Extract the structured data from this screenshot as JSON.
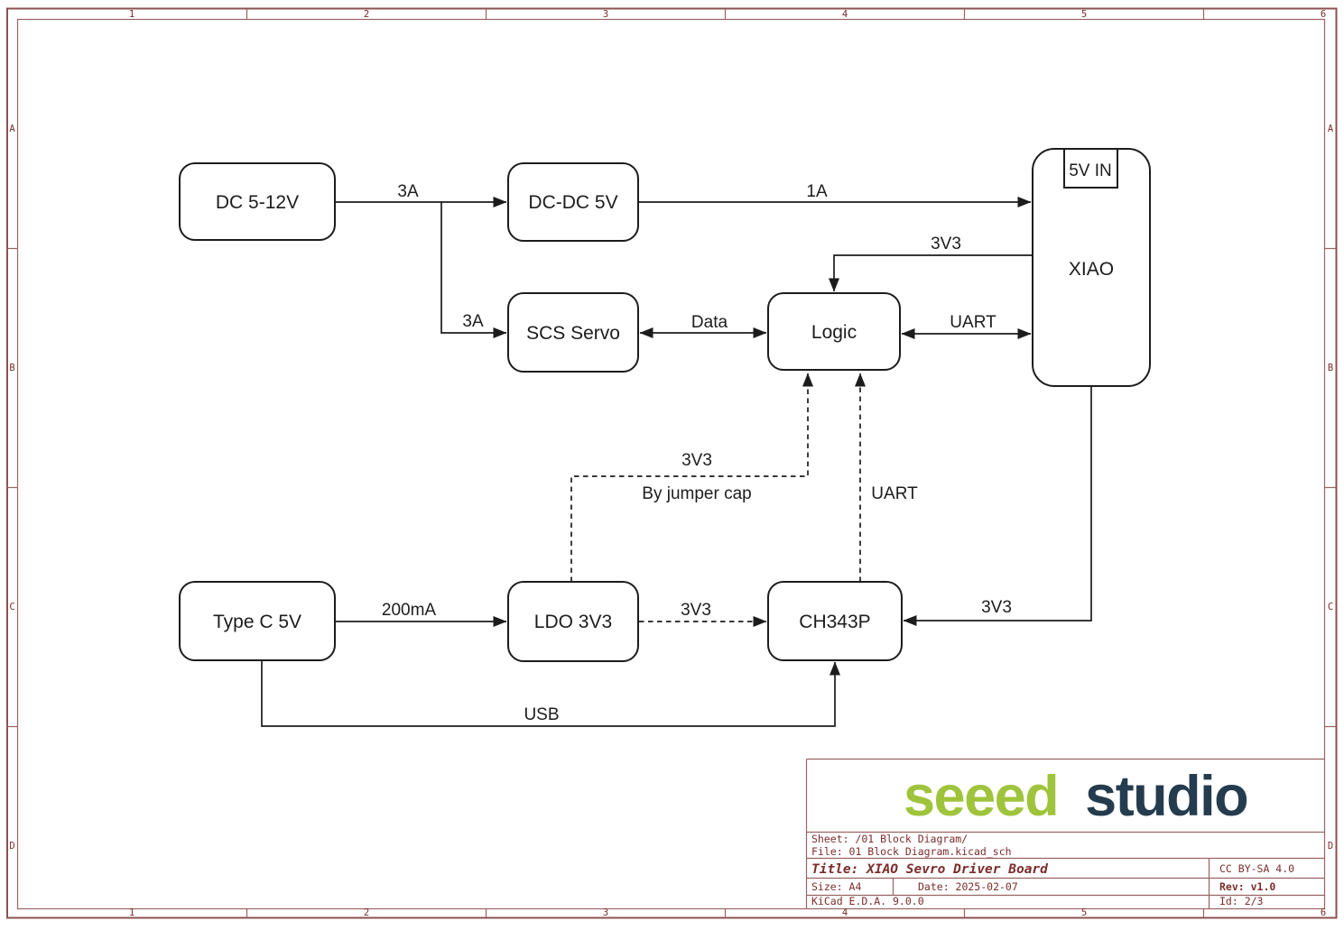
{
  "colors": {
    "frame": "#9a6363",
    "frame_outer": "#8c5151",
    "frame_text": "#7b2c2c",
    "ink": "#1c1c1c"
  },
  "border": {
    "columns": [
      "1",
      "2",
      "3",
      "4",
      "5",
      "6"
    ],
    "rows": [
      "A",
      "B",
      "C",
      "D"
    ]
  },
  "blocks": {
    "dc_input": {
      "label": "DC 5-12V"
    },
    "dcdc": {
      "label": "DC-DC 5V"
    },
    "scs_servo": {
      "label": "SCS Servo"
    },
    "logic": {
      "label": "Logic"
    },
    "xiao": {
      "label": "XIAO",
      "port": "5V IN"
    },
    "type_c": {
      "label": "Type C 5V"
    },
    "ldo": {
      "label": "LDO 3V3"
    },
    "ch343p": {
      "label": "CH343P"
    }
  },
  "wires": {
    "dc_to_dcdc": "3A",
    "dc_to_scs": "3A",
    "dcdc_to_xiao": "1A",
    "xiao_to_logic": "3V3",
    "scs_logic": "Data",
    "logic_xiao": "UART",
    "ldo_to_logic": "3V3",
    "ldo_to_logic_note": "By jumper cap",
    "ch343p_to_logic": "UART",
    "typec_to_ldo": "200mA",
    "ldo_to_ch343p": "3V3",
    "xiao_to_ch343p": "3V3",
    "typec_to_ch343p": "USB"
  },
  "logo": {
    "part1": "seeed",
    "part2": "studio",
    "seeed_color": "#9fc43c",
    "studio_color": "#253c4e"
  },
  "titleblock": {
    "sheet": "Sheet: /01 Block Diagram/",
    "file": "File: 01 Block Diagram.kicad_sch",
    "title": "Title: XIAO Sevro Driver Board",
    "license": "CC BY-SA 4.0",
    "size": "Size: A4",
    "date": "Date: 2025-02-07",
    "rev": "Rev: v1.0",
    "generator": "KiCad E.D.A. 9.0.0",
    "id": "Id: 2/3"
  }
}
